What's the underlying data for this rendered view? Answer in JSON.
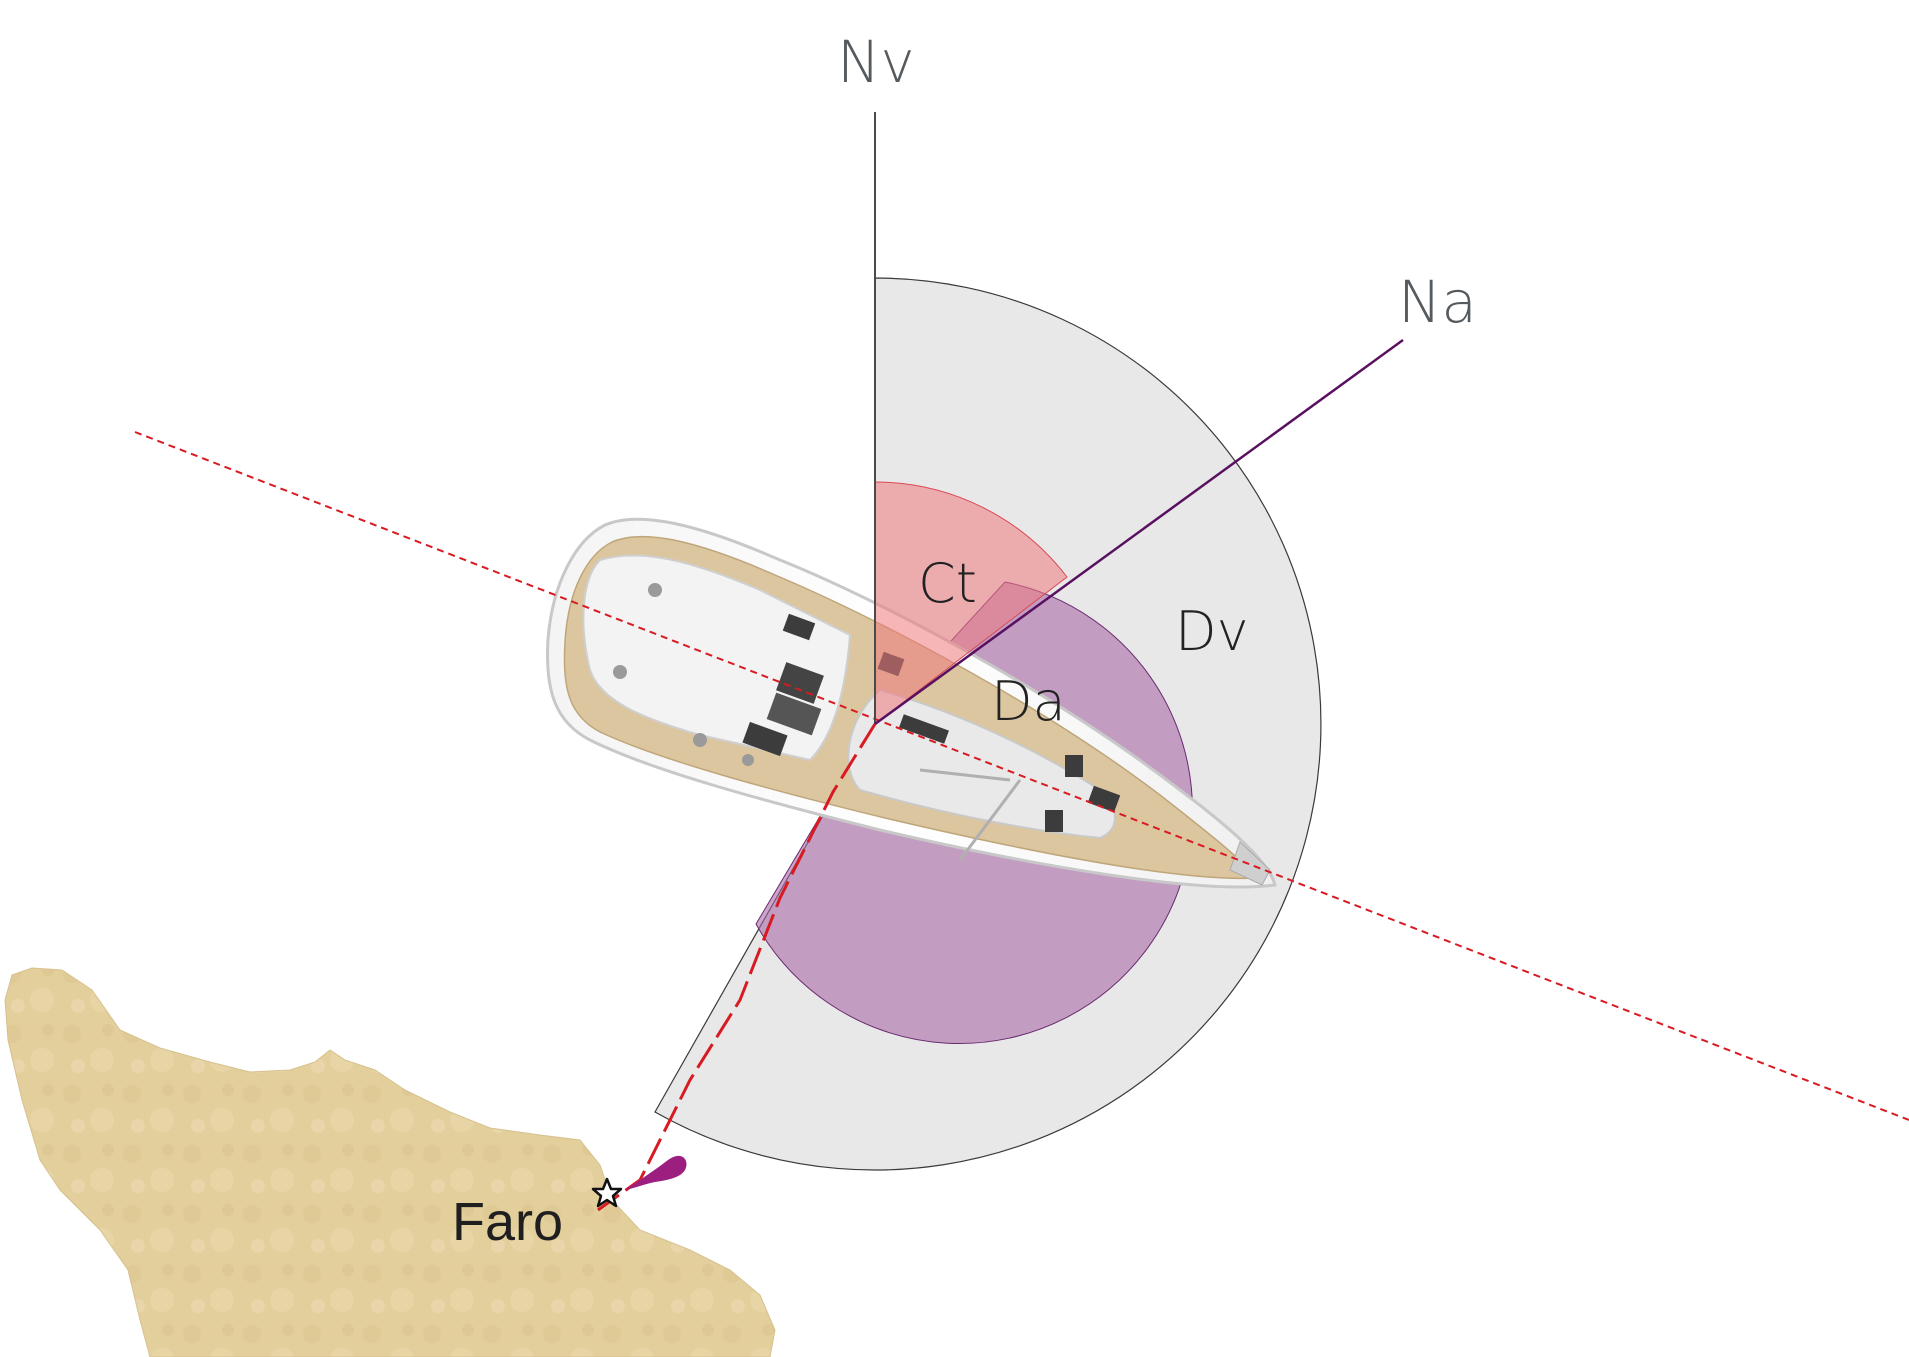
{
  "labels": {
    "north_true": "Nv",
    "north_magnetic": "Na",
    "course": "Ct",
    "magnetic_bearing": "Da",
    "true_bearing": "Dv",
    "lighthouse": "Faro"
  },
  "colors": {
    "true_bearing_sector": "#e8e8e9",
    "magnetic_bearing_sector": "#a86aa6",
    "course_sector": "#ee7a7e",
    "magnetic_north_line": "#5a1060",
    "true_north_line": "#4a4a4a",
    "bearing_line": "#d81a22",
    "land": "#e3cf9c",
    "lighthouse_beam": "#9c1f80"
  },
  "icons": {
    "boat": "sailboat-top-view-icon",
    "lighthouse": "lighthouse-star-icon"
  }
}
